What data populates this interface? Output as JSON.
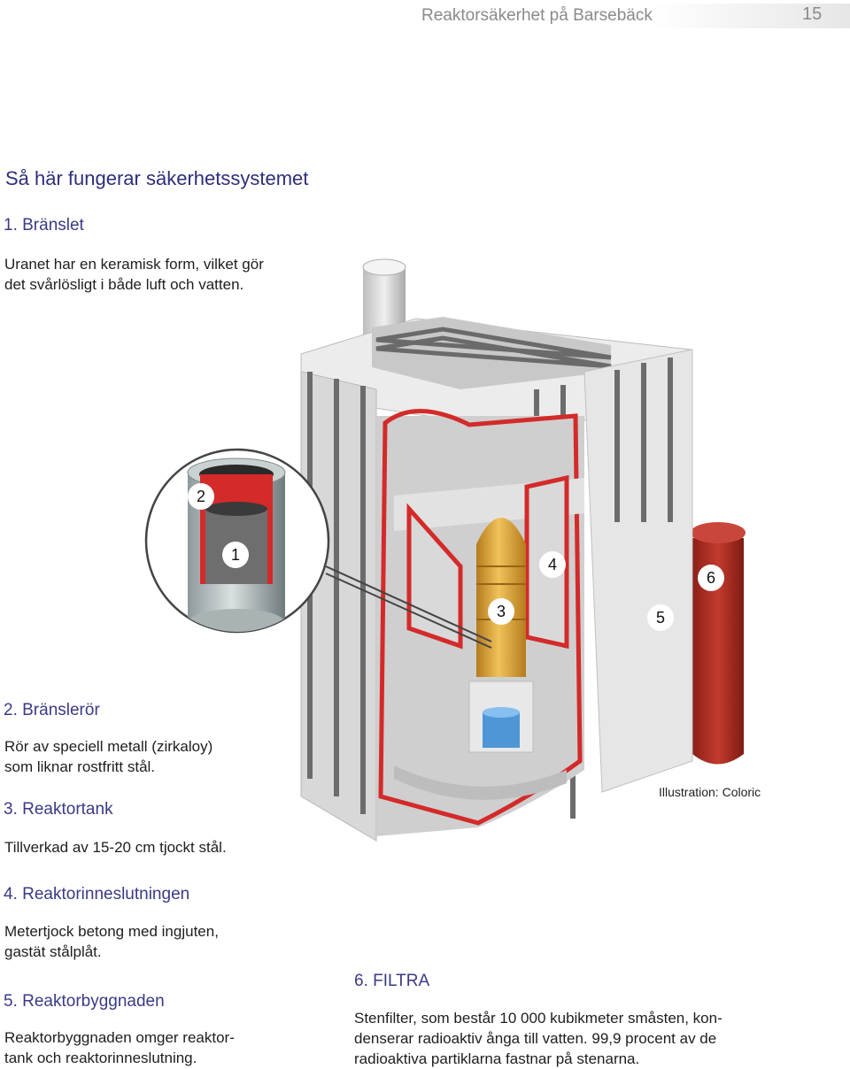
{
  "header": {
    "title": "Reaktorsäkerhet på Barsebäck",
    "page_number": "15"
  },
  "main": {
    "heading": "Så här fungerar säkerhetssystemet",
    "sections": [
      {
        "title": "1. Bränslet",
        "text": [
          "Uranet har en keramisk form, vilket gör",
          "det svårlösligt i både luft och vatten."
        ]
      },
      {
        "title": "2. Bränslerör",
        "text": [
          "Rör av speciell metall (zirkaloy)",
          "som liknar rostfritt stål."
        ]
      },
      {
        "title": "3. Reaktortank",
        "text": [
          "Tillverkad av 15-20 cm tjockt stål."
        ]
      },
      {
        "title": "4. Reaktorinneslutningen",
        "text": [
          "Metertjock betong med ingjuten,",
          "gastät stålplåt."
        ]
      },
      {
        "title": "5. Reaktorbyggnaden",
        "text": [
          "Reaktorbyggnaden omger reaktor-",
          "tank och reaktorinneslutning."
        ]
      },
      {
        "title": "6. FILTRA",
        "text": [
          "Stenfilter, som består 10 000 kubikmeter småsten, kon-",
          "denserar radioaktiv ånga till vatten. 99,9 procent av de",
          "radioaktiva partiklarna fastnar på stenarna."
        ]
      }
    ]
  },
  "illustration": {
    "labels": [
      "1",
      "2",
      "3",
      "4",
      "5",
      "6"
    ],
    "credit": "Illustration: Coloric",
    "colors": {
      "steel_red": "#d42a2a",
      "concrete": "#d2d2d2",
      "filter_red": "#b23227",
      "fuel_gold": "#d99a2e",
      "water_blue": "#4f96d6"
    }
  }
}
